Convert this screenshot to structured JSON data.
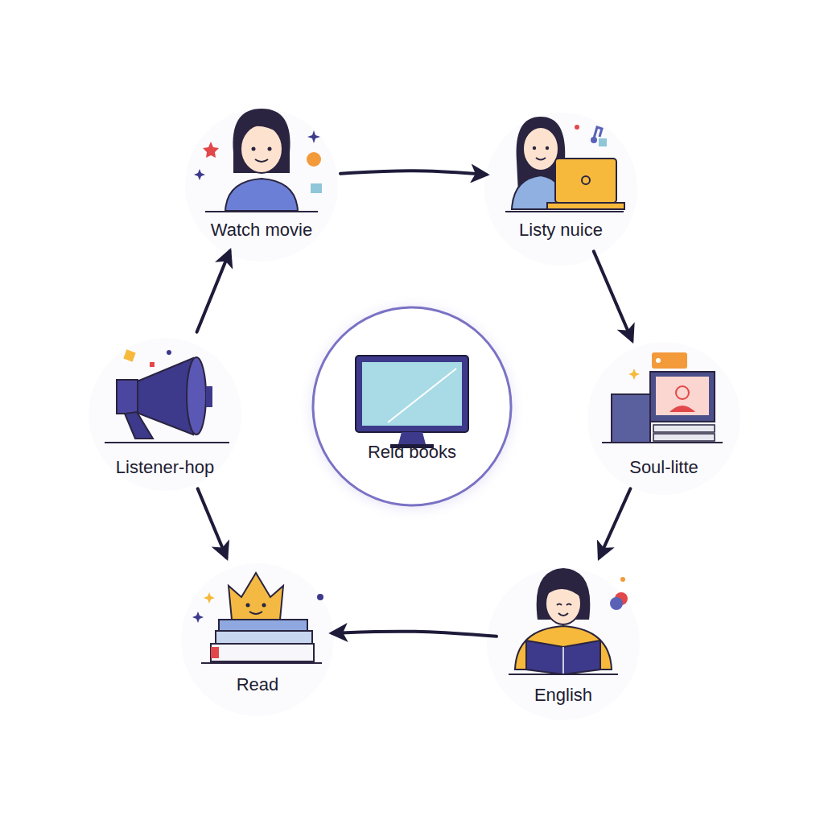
{
  "diagram": {
    "nodes": [
      {
        "text": [
          "Watch movie"
        ]
      },
      {
        "text": [
          "Listy nuice"
        ]
      },
      {
        "text": [
          "Listener-hop"
        ]
      },
      {
        "text": [
          "Reid books"
        ]
      },
      {
        "text": [
          "Soul-litte"
        ]
      },
      {
        "text": [
          "Read"
        ]
      },
      {
        "text": [
          "English"
        ]
      }
    ],
    "edges": [
      {
        "from": 0,
        "to": 1,
        "arrow": "to"
      },
      {
        "from": 1,
        "to": 4,
        "arrow": "to"
      },
      {
        "from": 4,
        "to": 6,
        "arrow": "to"
      },
      {
        "from": 6,
        "to": 5,
        "arrow": "to"
      },
      {
        "from": 2,
        "to": 5,
        "arrow": "to"
      },
      {
        "from": 2,
        "to": 0,
        "arrow": "to"
      }
    ]
  }
}
